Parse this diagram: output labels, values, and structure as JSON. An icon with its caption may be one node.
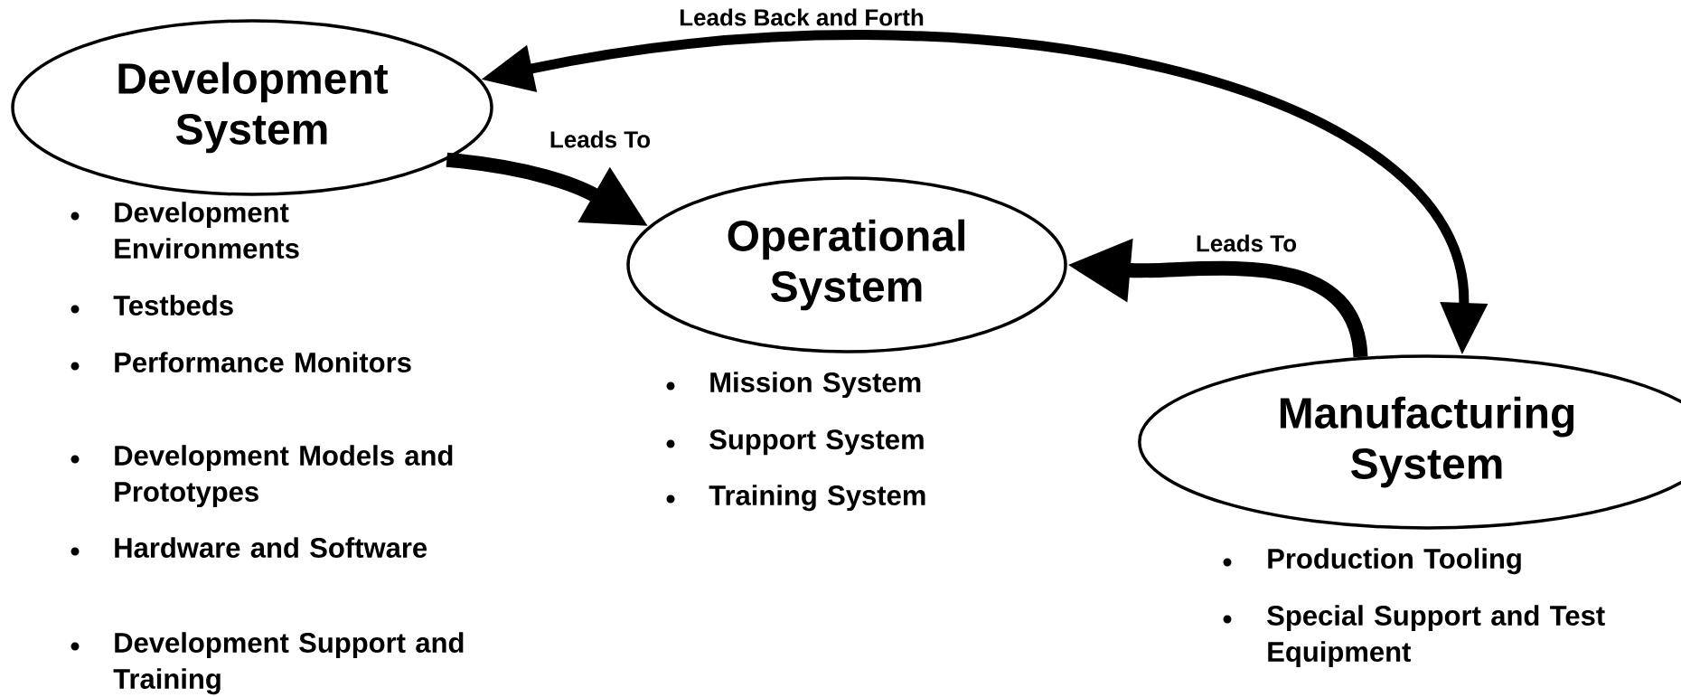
{
  "diagram": {
    "nodes": [
      {
        "text": [
          "Development System"
        ],
        "beside": [
          "Development Environments",
          "Testbeds",
          "Performance Monitors",
          "Development Models and Prototypes",
          "Hardware and Software",
          "Development Support and Training"
        ]
      },
      {
        "text": [
          "Operational System"
        ],
        "beside": [
          "Mission System",
          "Support System",
          "Training System"
        ]
      },
      {
        "text": [
          "Manufacturing System"
        ],
        "beside": [
          "Production Tooling",
          "Special Support and Test Equipment"
        ]
      }
    ],
    "edges": [
      {
        "from": 0,
        "to": 1,
        "arrow": "to",
        "label": "Leads To"
      },
      {
        "from": 2,
        "to": 1,
        "arrow": "to",
        "label": "Leads To"
      },
      {
        "from": 0,
        "to": 2,
        "arrow": "both",
        "label": "Leads Back and Forth"
      }
    ]
  }
}
